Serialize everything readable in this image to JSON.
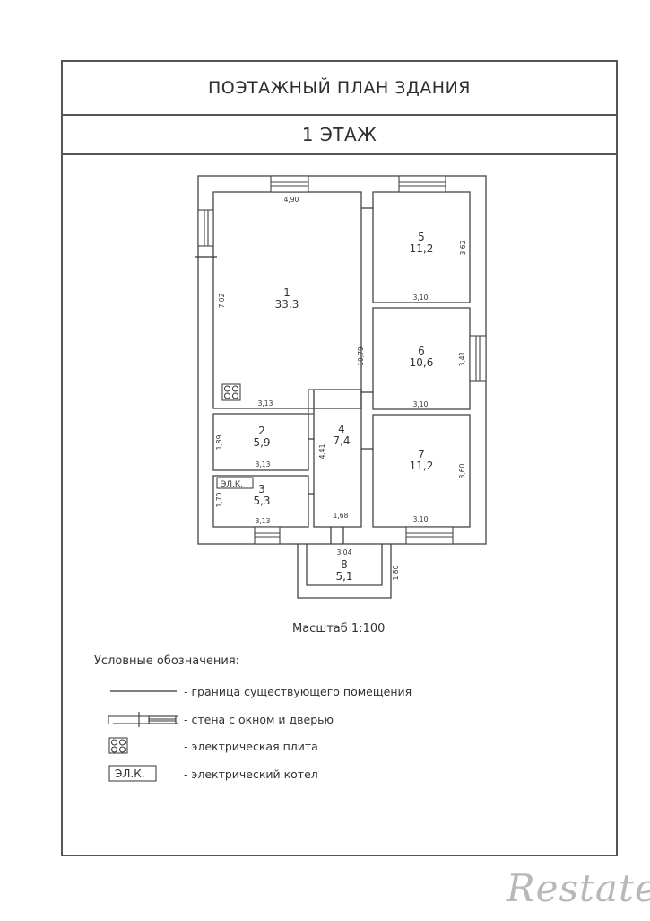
{
  "header": {
    "title": "ПОЭТАЖНЫЙ ПЛАН ЗДАНИЯ",
    "floor": "1 ЭТАЖ"
  },
  "rooms": [
    {
      "number": "1",
      "area": "33,3"
    },
    {
      "number": "2",
      "area": "5,9"
    },
    {
      "number": "3",
      "area": "5,3"
    },
    {
      "number": "4",
      "area": "7,4"
    },
    {
      "number": "5",
      "area": "11,2"
    },
    {
      "number": "6",
      "area": "10,6"
    },
    {
      "number": "7",
      "area": "11,2"
    },
    {
      "number": "8",
      "area": "5,1"
    }
  ],
  "dimensions": {
    "room1_width": "4,90",
    "room1_height": "7,02",
    "room1_bottom": "3,13",
    "room2_height": "1,89",
    "room2_width": "3,13",
    "room3_height": "1,70",
    "room3_width": "3,13",
    "room4_height": "4,41",
    "room4_width": "1,68",
    "corridor_height": "10,79",
    "room5_height": "3,62",
    "room5_width": "3,10",
    "room6_height": "3,41",
    "room6_width": "3,10",
    "room7_height": "3,60",
    "room7_width": "3,10",
    "porch_width": "3,04",
    "porch_height": "1,80"
  },
  "boiler_label": "ЭЛ.К.",
  "scale": "Масштаб 1:100",
  "legend": {
    "title": "Условные обозначения:",
    "items": [
      {
        "icon": "line",
        "text": "- граница существующего помещения"
      },
      {
        "icon": "wall-window-door",
        "text": "- стена с окном и дверью"
      },
      {
        "icon": "electric-stove",
        "text": "- электрическая плита"
      },
      {
        "icon": "electric-boiler",
        "text": "- электрический котел"
      }
    ],
    "boiler_label": "ЭЛ.К."
  },
  "watermark": "Restate"
}
